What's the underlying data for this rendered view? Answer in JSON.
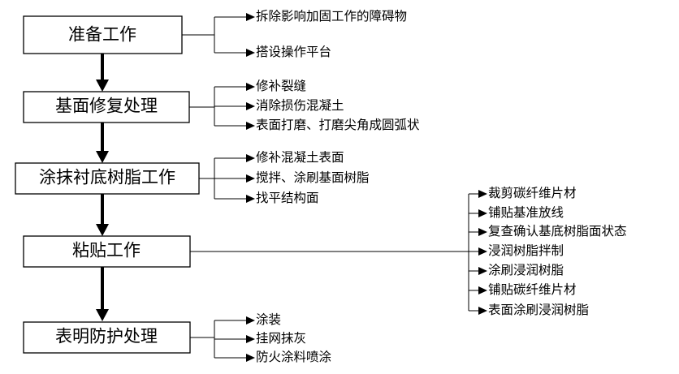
{
  "steps": [
    {
      "label": "准备工作",
      "tasks": [
        "拆除影响加固工作的障碍物",
        "搭设操作平台"
      ]
    },
    {
      "label": "基面修复处理",
      "tasks": [
        "修补裂缝",
        "消除损伤混凝土",
        "表面打磨、打磨尖角成圆弧状"
      ]
    },
    {
      "label": "涂抹衬底树脂工作",
      "tasks": [
        "修补混凝土表面",
        "搅拌、涂刷基面树脂",
        "找平结构面"
      ]
    },
    {
      "label": "粘贴工作",
      "tasks": [
        "裁剪碳纤维片材",
        "铺贴基准放线",
        "复查确认基底树脂面状态",
        "浸润树脂拌制",
        "涂刷浸润树脂",
        "铺贴碳纤维片材",
        "表面涂刷浸润树脂"
      ]
    },
    {
      "label": "表明防护处理",
      "tasks": [
        "涂装",
        "挂网抹灰",
        "防火涂料喷涂"
      ]
    }
  ]
}
